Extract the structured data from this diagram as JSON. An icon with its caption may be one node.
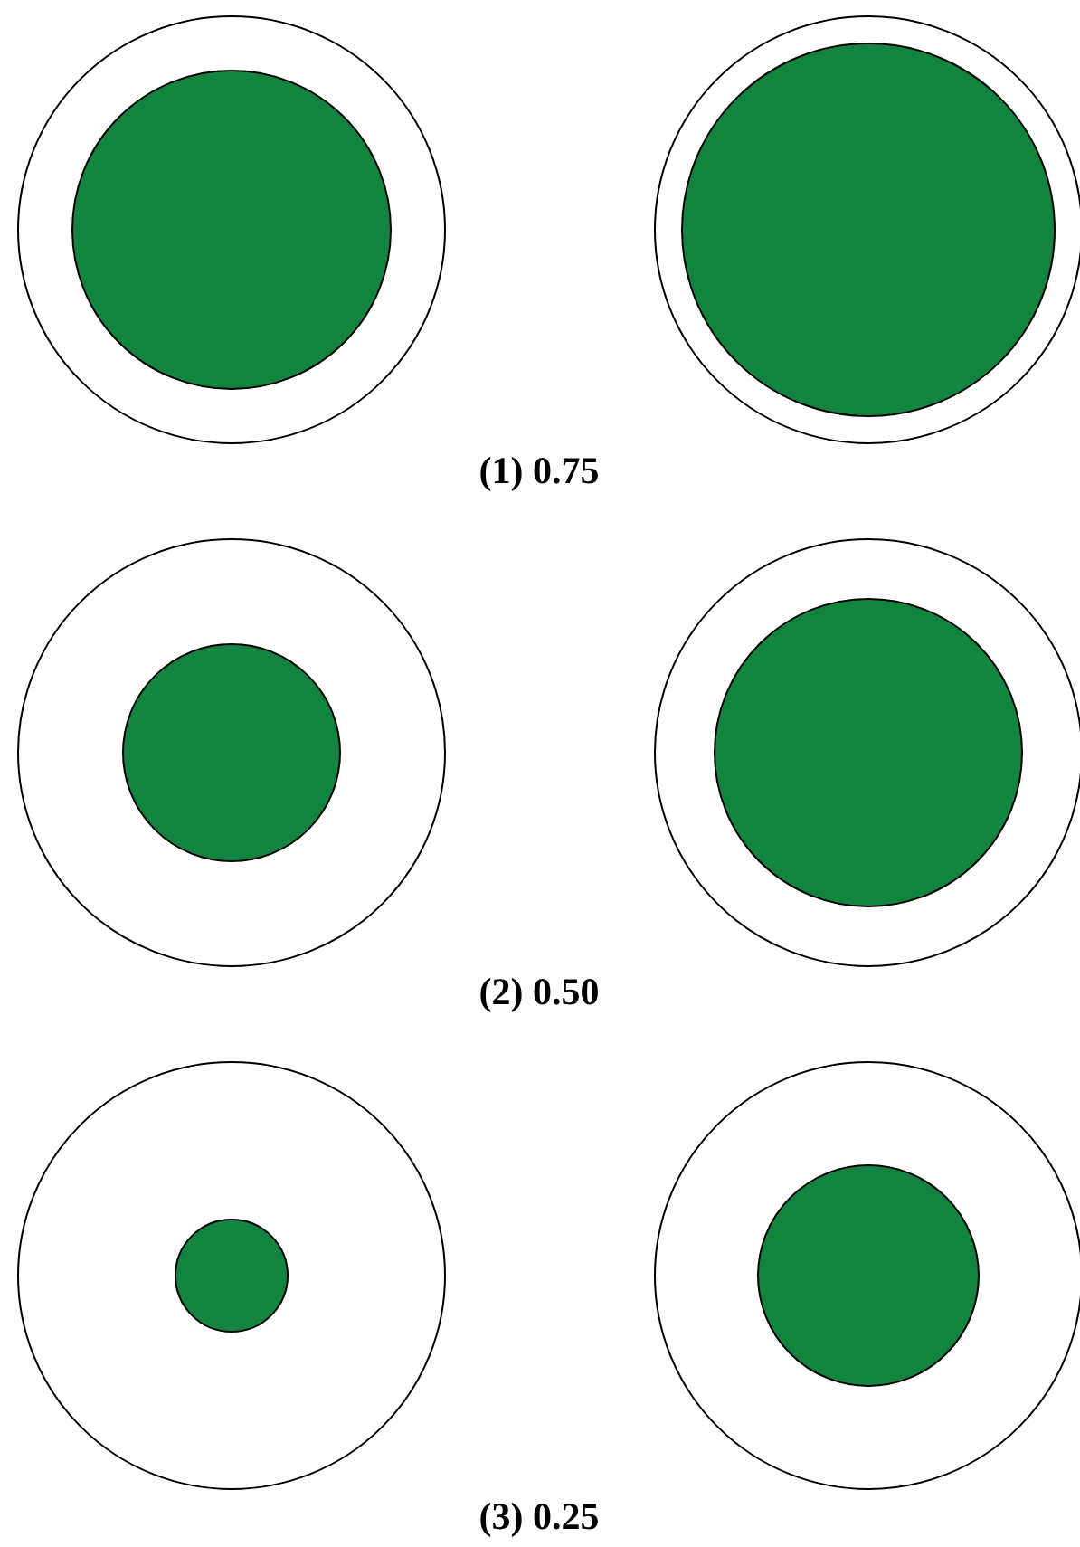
{
  "diagram": {
    "labels": [
      "(1) 0.75",
      "(2) 0.50",
      "(3) 0.25"
    ]
  }
}
